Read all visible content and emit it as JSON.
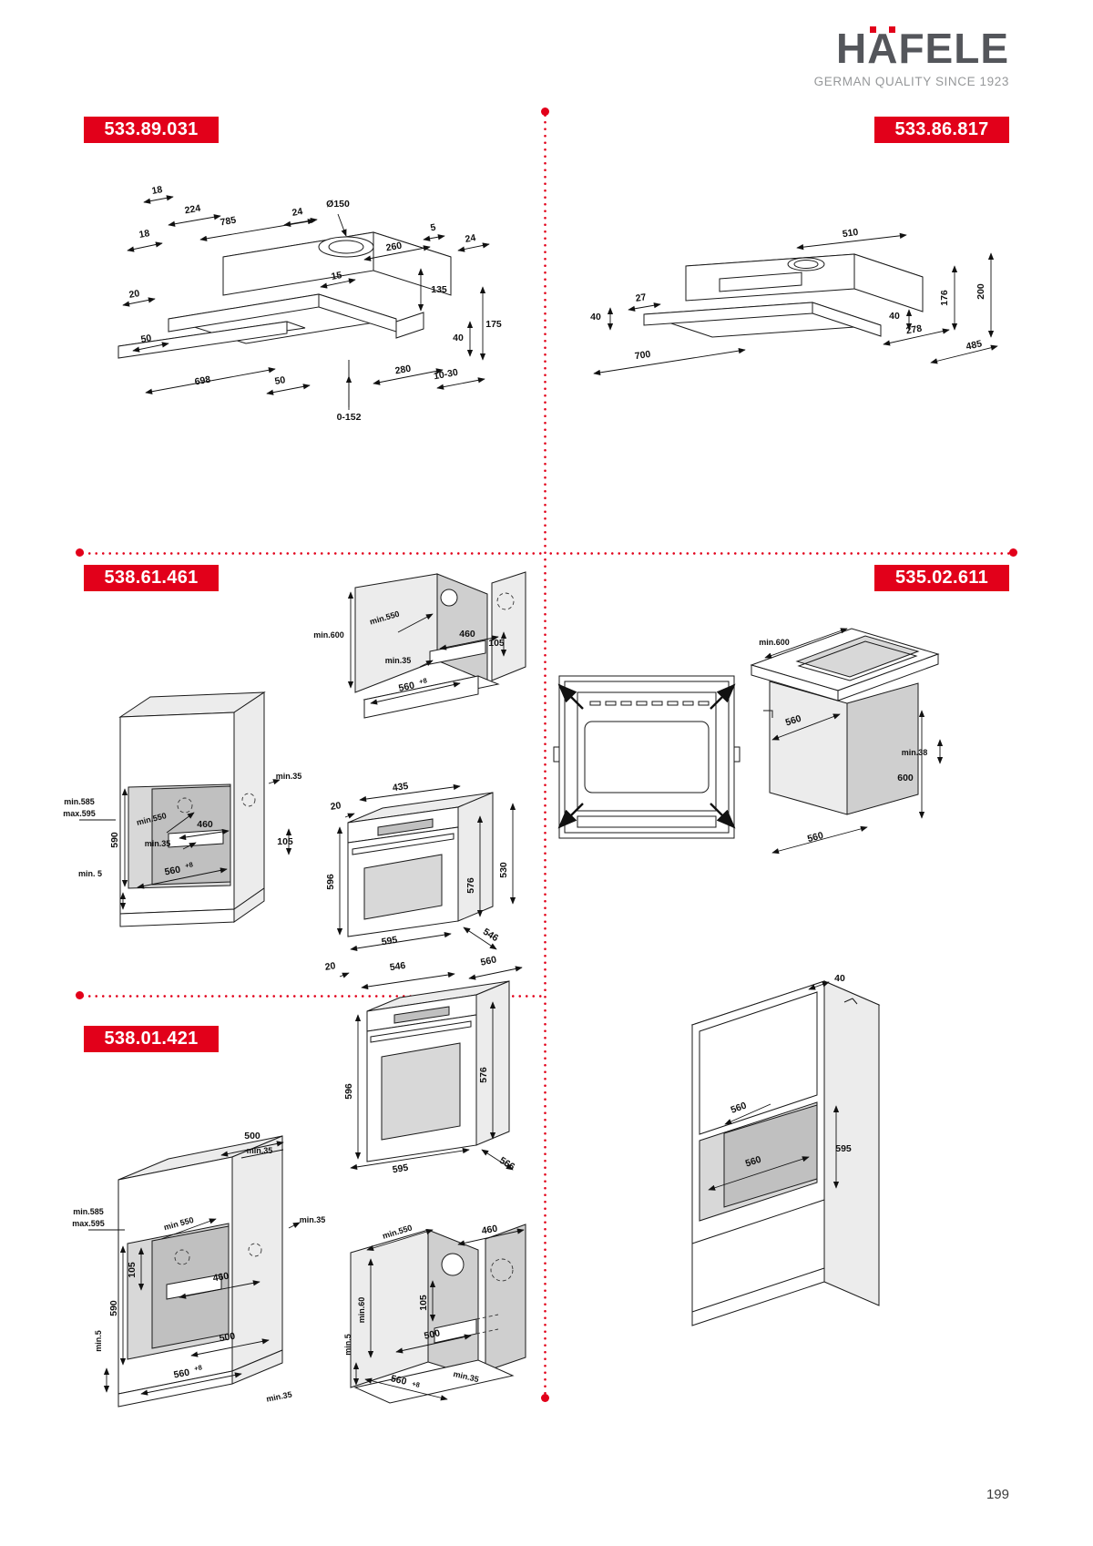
{
  "brand": {
    "name_h": "H",
    "name_a": "A",
    "name_rest": "FELE",
    "full_name": "HÄFELE",
    "tagline": "GERMAN QUALITY SINCE 1923"
  },
  "page": {
    "number": "199"
  },
  "products": {
    "p1": {
      "code": "533.89.031",
      "dims": {
        "w18a": "18",
        "w224": "224",
        "w785": "785",
        "w18b": "18",
        "w24a": "24",
        "dia150": "Ø150",
        "w5": "5",
        "w24b": "24",
        "w260": "260",
        "w15": "15",
        "h135": "135",
        "h175": "175",
        "h40": "40",
        "w20": "20",
        "w50a": "50",
        "w698": "698",
        "w50b": "50",
        "w280": "280",
        "r1030": "10-30",
        "r0152": "0-152"
      }
    },
    "p2": {
      "code": "533.86.817",
      "dims": {
        "w510": "510",
        "w27": "27",
        "h40l": "40",
        "h40r": "40",
        "w278": "278",
        "h176": "176",
        "h200": "200",
        "w485": "485",
        "w700": "700"
      }
    },
    "p3": {
      "code": "538.61.461",
      "corner": {
        "min600": "min.600",
        "min550": "min.550",
        "w460": "460",
        "min35": "min.35",
        "w560": "560",
        "sup8": "+8",
        "h105": "105"
      },
      "cabinet": {
        "min35_top": "min.35",
        "min585": "min.585",
        "max595": "max.595",
        "h590": "590",
        "min550": "min.550",
        "w460": "460",
        "min35": "min.35",
        "h105": "105",
        "min5": "min. 5",
        "w560": "560",
        "sup8": "+8"
      },
      "oven": {
        "w435": "435",
        "w20": "20",
        "h596": "596",
        "w595": "595",
        "d546": "546",
        "h576": "576",
        "h530": "530"
      }
    },
    "p4": {
      "code": "535.02.611",
      "worktop": {
        "min600": "min.600",
        "d560": "560",
        "min38": "min.38",
        "h600": "600",
        "w560": "560"
      },
      "tall_cabinet": {
        "w40": "40",
        "d560": "560",
        "w560": "560",
        "h595": "595"
      }
    },
    "p5": {
      "code": "538.01.421",
      "oven": {
        "w20": "20",
        "w546": "546",
        "d560": "560",
        "h596": "596",
        "h576": "576",
        "w595": "595",
        "d566": "566"
      },
      "cabinet": {
        "w500_top": "500",
        "min35_top": "min.35",
        "min550": "min 550",
        "min35_side": "min.35",
        "min585": "min.585",
        "max595": "max.595",
        "h105": "105",
        "h590": "590",
        "w460": "460",
        "w500_base": "500",
        "min5": "min.5",
        "w560": "560",
        "sup8": "+8",
        "min35_bottom": "min.35"
      },
      "corner": {
        "min550": "min.550",
        "w460": "460",
        "min60": "min.60",
        "h105": "105",
        "min5": "min.5",
        "w500": "500",
        "w560": "560",
        "sup8": "+8",
        "min35": "min.35"
      }
    }
  }
}
